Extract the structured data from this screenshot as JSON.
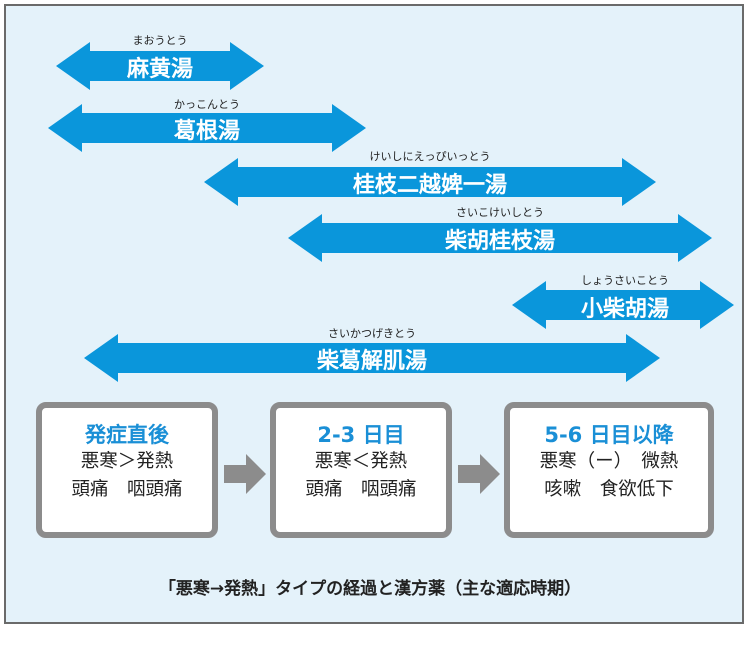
{
  "colors": {
    "arrow_blue": "#0a96db",
    "panel_bg": "#e4f2fa",
    "box_border": "#8c8c8c",
    "stage_title": "#1a8fd6"
  },
  "arrows": [
    {
      "name": "麻黄湯",
      "ruby": "まおうとう"
    },
    {
      "name": "葛根湯",
      "ruby": "かっこんとう"
    },
    {
      "name": "桂枝二越婢一湯",
      "ruby": "けいしにえっぴいっとう"
    },
    {
      "name": "柴胡桂枝湯",
      "ruby": "さいこけいしとう"
    },
    {
      "name": "小柴胡湯",
      "ruby": "しょうさいことう"
    },
    {
      "name": "柴葛解肌湯",
      "ruby": "さいかつげきとう"
    }
  ],
  "stages": [
    {
      "title": "発症直後",
      "line1": "悪寒＞発熱",
      "line2": "頭痛　咽頭痛"
    },
    {
      "title": "2-3 日目",
      "line1": "悪寒＜発熱",
      "line2": "頭痛　咽頭痛"
    },
    {
      "title": "5-6 日目以降",
      "line1": "悪寒（ー）　微熱",
      "line2": "咳嗽　食欲低下"
    }
  ],
  "caption": "「悪寒→発熱」タイプの経過と漢方薬（主な適応時期）"
}
